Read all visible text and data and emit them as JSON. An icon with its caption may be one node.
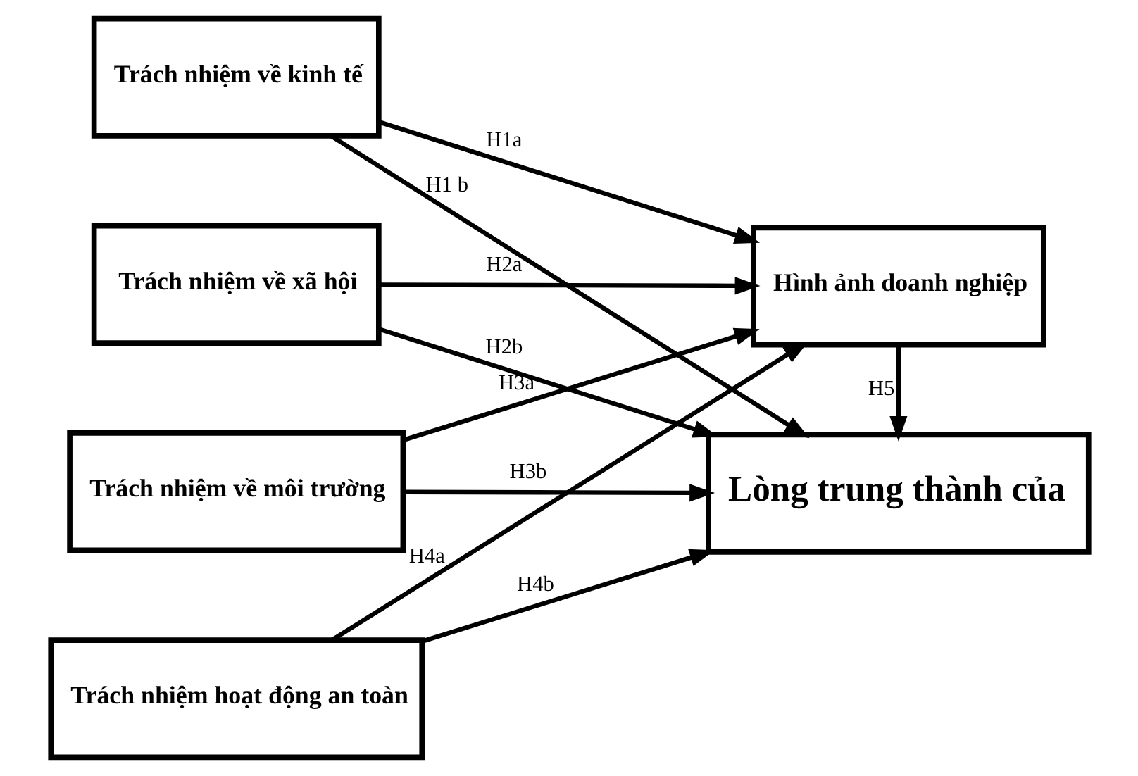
{
  "diagram": {
    "nodes": [
      {
        "text": [
          "Trách nhiệm về kinh tế"
        ]
      },
      {
        "text": [
          "Trách nhiệm về xã hội"
        ]
      },
      {
        "text": [
          "Trách nhiệm về môi trường"
        ]
      },
      {
        "text": [
          "Trách nhiệm hoạt động an toàn"
        ]
      },
      {
        "text": [
          "Hình ảnh doanh nghiệp"
        ]
      },
      {
        "text": [
          "Lòng trung thành của"
        ]
      }
    ],
    "edges": [
      {
        "from": 0,
        "to": 4,
        "arrow": "to",
        "label": "H1a"
      },
      {
        "from": 0,
        "to": 5,
        "arrow": "to",
        "label": "H1 b"
      },
      {
        "from": 1,
        "to": 4,
        "arrow": "to",
        "label": "H2a"
      },
      {
        "from": 1,
        "to": 5,
        "arrow": "to",
        "label": "H2b"
      },
      {
        "from": 2,
        "to": 4,
        "arrow": "to",
        "label": "H3a"
      },
      {
        "from": 2,
        "to": 5,
        "arrow": "to",
        "label": "H3b"
      },
      {
        "from": 3,
        "to": 4,
        "arrow": "to",
        "label": "H4a"
      },
      {
        "from": 3,
        "to": 5,
        "arrow": "to",
        "label": "H4b"
      },
      {
        "from": 4,
        "to": 5,
        "arrow": "to",
        "label": "H5"
      }
    ]
  }
}
